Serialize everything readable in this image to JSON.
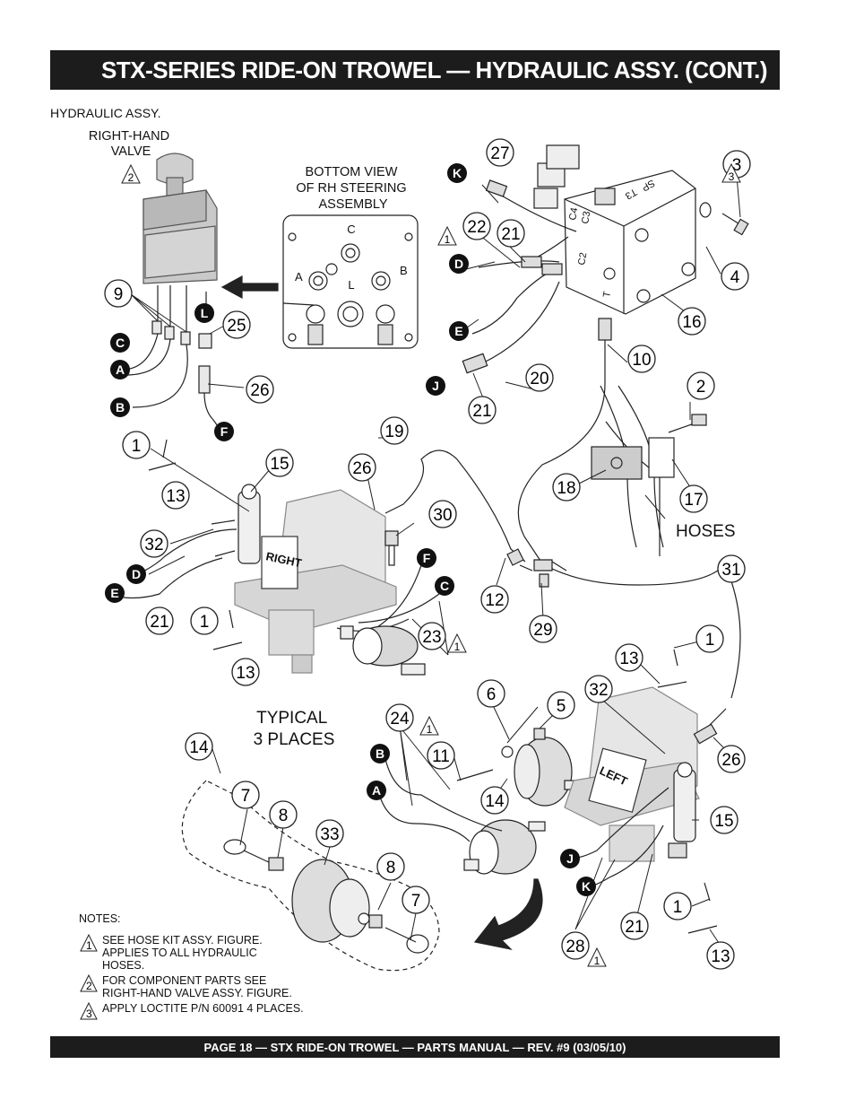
{
  "header": {
    "title": "STX-SERIES  RIDE-ON TROWEL —  HYDRAULIC ASSY. (CONT.)"
  },
  "section_label": "HYDRAULIC ASSY.",
  "labels": {
    "right_hand_valve": "RIGHT-HAND\nVALVE",
    "bottom_view": "BOTTOM VIEW\nOF RH STEERING\nASSEMBLY",
    "typical": "TYPICAL\n3 PLACES",
    "hoses": "HOSES",
    "right": "RIGHT",
    "left": "LEFT",
    "port_a": "A",
    "port_b": "B",
    "port_c": "C",
    "port_l": "L",
    "valve_c4": "C4",
    "valve_c3": "C3",
    "valve_c2": "C2",
    "valve_t": "T",
    "valve_sp": "SP",
    "valve_t3": "T3"
  },
  "callouts": [
    "1",
    "2",
    "3",
    "4",
    "5",
    "6",
    "7",
    "8",
    "9",
    "10",
    "11",
    "12",
    "13",
    "14",
    "15",
    "16",
    "17",
    "18",
    "19",
    "20",
    "21",
    "22",
    "23",
    "24",
    "25",
    "26",
    "27",
    "28",
    "29",
    "30",
    "31",
    "32",
    "33"
  ],
  "connectors": [
    "A",
    "B",
    "C",
    "D",
    "E",
    "F",
    "J",
    "K",
    "L"
  ],
  "notes": {
    "title": "NOTES:",
    "items": [
      {
        "num": "1",
        "text": "SEE HOSE KIT ASSY. FIGURE.\nAPPLIES TO ALL HYDRAULIC\nHOSES."
      },
      {
        "num": "2",
        "text": "FOR COMPONENT PARTS SEE\nRIGHT-HAND VALVE ASSY. FIGURE."
      },
      {
        "num": "3",
        "text": "APPLY LOCTITE P/N 60091 4 PLACES."
      }
    ]
  },
  "footer": {
    "text": "PAGE 18 — STX RIDE-ON TROWEL — PARTS  MANUAL — REV. #9 (03/05/10)"
  }
}
